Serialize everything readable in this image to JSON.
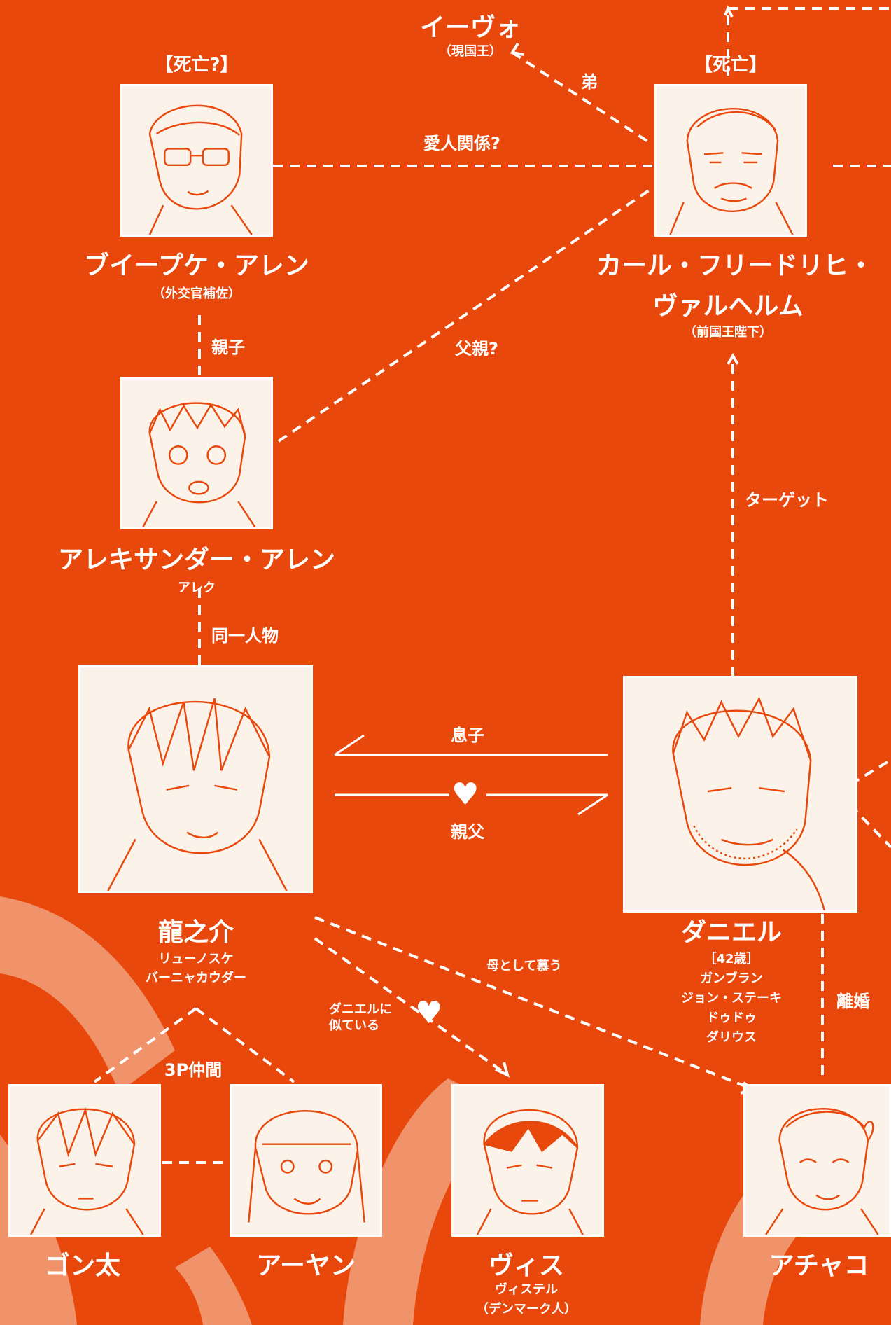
{
  "characters": {
    "ivo": {
      "name": "イーヴォ",
      "note": "（現国王）"
    },
    "bipke": {
      "status": "【死亡?】",
      "name": "ブイープケ・アレン",
      "note": "（外交官補佐）"
    },
    "karl": {
      "status": "【死亡】",
      "name_line1": "カール・フリードリヒ・",
      "name_line2": "ヴァルヘルム",
      "note": "（前国王陛下）"
    },
    "alexander": {
      "name": "アレキサンダー・アレン",
      "note": "アレク"
    },
    "ryunosuke": {
      "name": "龍之介",
      "note1": "リューノスケ",
      "note2": "バーニャカウダー"
    },
    "daniel": {
      "name": "ダニエル",
      "note1": "［42歳］",
      "note2": "ガンブラン",
      "note3": "ジョン・ステーキ",
      "note4": "ドゥドゥ",
      "note5": "ダリウス"
    },
    "gonta": {
      "name": "ゴン太"
    },
    "aayan": {
      "name": "アーヤン"
    },
    "vis": {
      "name": "ヴィス",
      "note1": "ヴィステル",
      "note2": "（デンマーク人）"
    },
    "achako": {
      "name": "アチャコ"
    }
  },
  "relations": {
    "brother": "弟",
    "lovers": "愛人関係?",
    "father_q": "父親?",
    "parent_child": "親子",
    "target": "ターゲット",
    "same_person": "同一人物",
    "son": "息子",
    "dad": "親父",
    "mother_admire": "母として慕う",
    "resembles": "ダニエルに\n似ている",
    "divorce": "離婚",
    "threesome": "3P仲間"
  },
  "colors": {
    "background": "#e8480b",
    "line": "#ffffff",
    "portrait_bg": "#fbf2ea",
    "sketch": "#e8480b",
    "deco": "#f0936a"
  }
}
